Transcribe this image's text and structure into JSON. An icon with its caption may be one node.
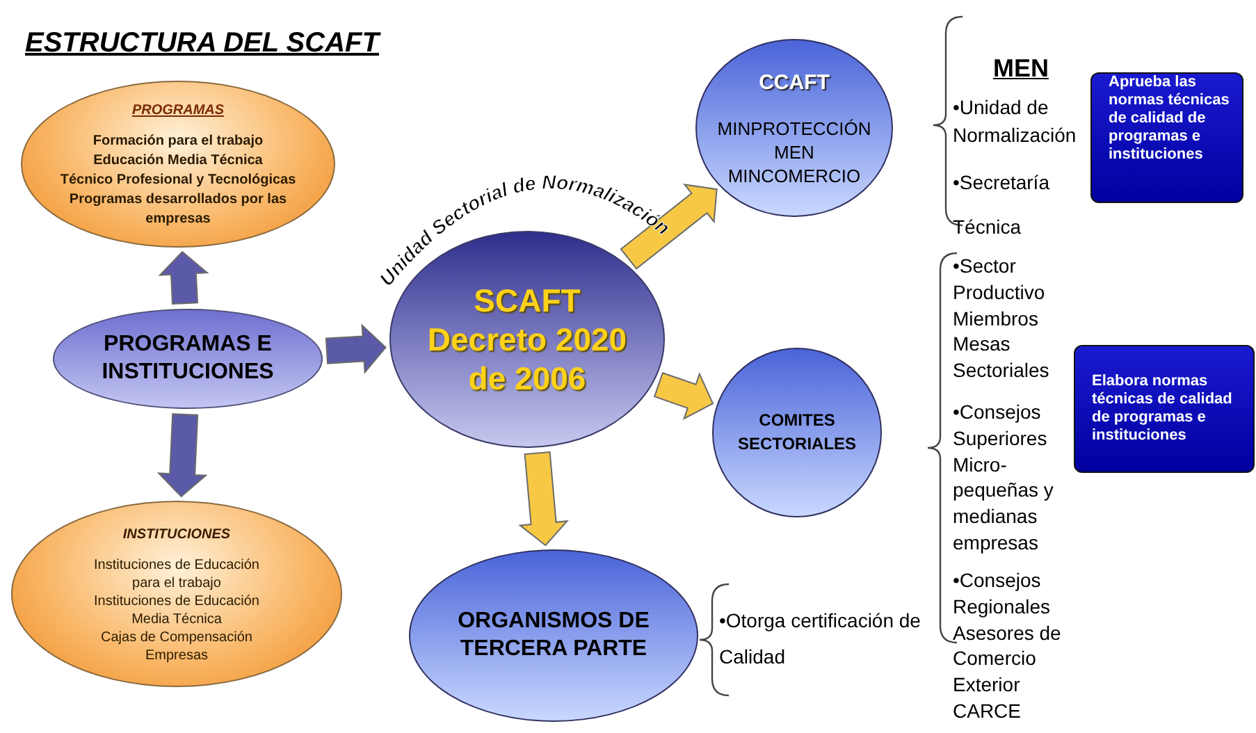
{
  "diagram": {
    "title": "ESTRUCTURA DEL SCAFT",
    "nodes": [
      {
        "text": [
          "PROGRAMAS",
          "Formación para el trabajo",
          "Educación Media Técnica",
          "Técnico Profesional y Tecnológicas",
          "Programas desarrollados por las empresas"
        ]
      },
      {
        "text": [
          "PROGRAMAS E INSTITUCIONES"
        ]
      },
      {
        "text": [
          "INSTITUCIONES",
          "Instituciones de Educación para el trabajo",
          "Instituciones de Educación Media Técnica",
          "Cajas de Compensación",
          "Empresas"
        ]
      },
      {
        "text": [
          "SCAFT Decreto 2020 de 2006"
        ],
        "beside": [
          "Unidad Sectorial de Normalización"
        ]
      },
      {
        "text": [
          "CCAFT",
          "MINPROTECCIÓN MEN MINCOMERCIO"
        ]
      },
      {
        "text": [
          "COMITES SECTORIALES"
        ]
      },
      {
        "text": [
          "ORGANISMOS DE TERCERA PARTE"
        ]
      },
      {
        "text": [
          "Aprueba las normas técnicas de calidad de programas e instituciones"
        ]
      },
      {
        "text": [
          "Elabora normas técnicas de calidad de programas e instituciones"
        ]
      }
    ],
    "edges": [
      {
        "from": 1,
        "to": 0,
        "arrow": "to",
        "style": "thick",
        "color": "#5a5aa8"
      },
      {
        "from": 1,
        "to": 2,
        "arrow": "to",
        "style": "thick",
        "color": "#5a5aa8"
      },
      {
        "from": 1,
        "to": 3,
        "arrow": "to",
        "style": "thick",
        "color": "#5a5aa8"
      },
      {
        "from": 3,
        "to": 4,
        "arrow": "to",
        "style": "thick",
        "color": "#f6c844"
      },
      {
        "from": 3,
        "to": 5,
        "arrow": "to",
        "style": "thick",
        "color": "#f6c844"
      },
      {
        "from": 3,
        "to": 6,
        "arrow": "to",
        "style": "thick",
        "color": "#f6c844"
      }
    ],
    "labels": [
      "MEN",
      "•Unidad de Normalización",
      "•Secretaría Técnica",
      "•Sector Productivo Miembros Mesas Sectoriales",
      "•Consejos Superiores Micro- pequeñas y medianas empresas",
      "•Consejos Regionales Asesores de Comercio Exterior CARCE",
      "•Otorga certificación de Calidad"
    ]
  }
}
